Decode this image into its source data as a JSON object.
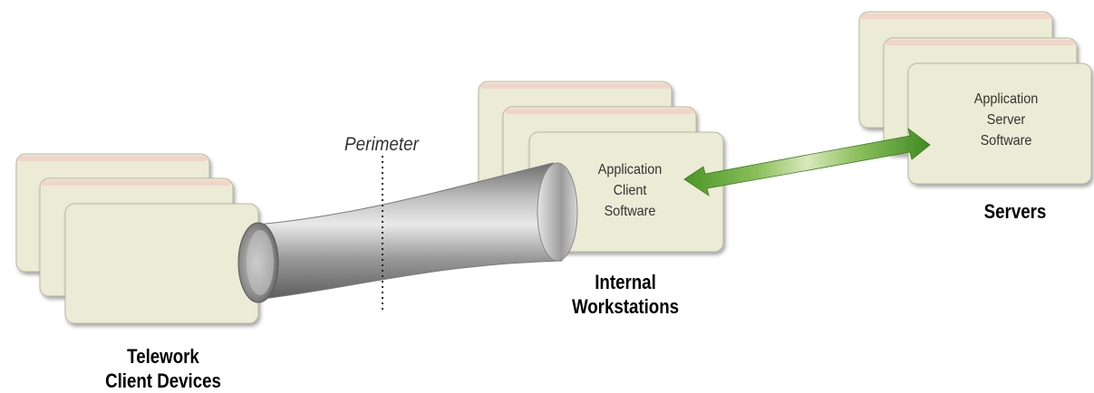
{
  "perimeter_label": "Perimeter",
  "groups": {
    "telework": {
      "label_lines": [
        "Telework",
        "Client Devices"
      ]
    },
    "internal": {
      "label_lines": [
        "Internal",
        "Workstations"
      ],
      "box_text_lines": [
        "Application",
        "Client",
        "Software"
      ]
    },
    "servers": {
      "label_lines": [
        "Servers"
      ],
      "box_text_lines": [
        "Application",
        "Server",
        "Software"
      ]
    }
  },
  "colors": {
    "box_fill": "#ecebd5",
    "box_stroke": "#b8b7a2",
    "box_accent_pink": "#f3c6c0",
    "tunnel_gray": "#a0a0a0",
    "arrow_green": "#4f9a2c",
    "arrow_light": "#dfe9c3"
  }
}
